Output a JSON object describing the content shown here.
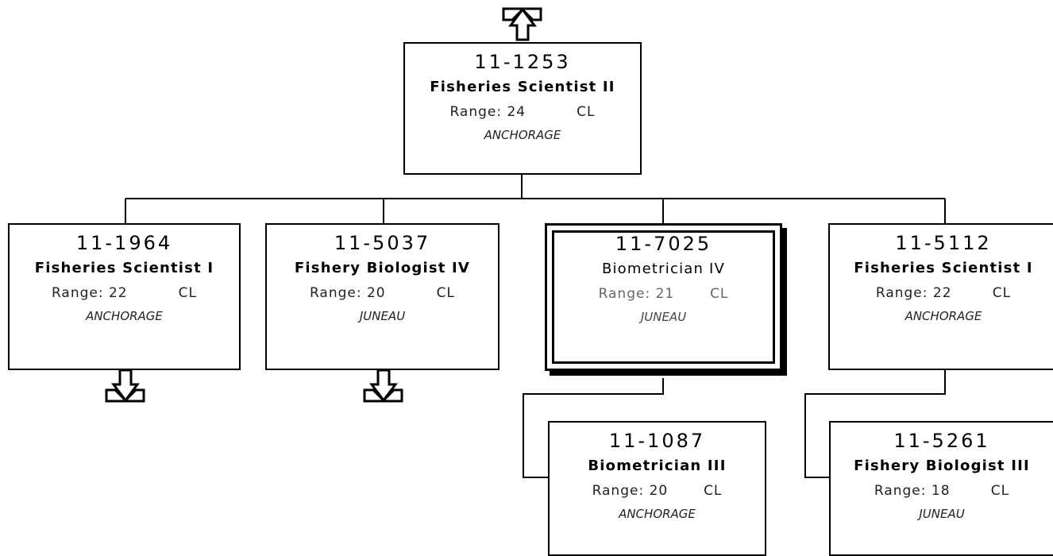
{
  "positions": {
    "top": {
      "id": "11-1253",
      "title": "Fisheries Scientist II",
      "range": "Range: 24",
      "class": "CL",
      "location": "ANCHORAGE"
    },
    "sub1": {
      "id": "11-1964",
      "title": "Fisheries Scientist I",
      "range": "Range: 22",
      "class": "CL",
      "location": "ANCHORAGE"
    },
    "sub2": {
      "id": "11-5037",
      "title": "Fishery Biologist IV",
      "range": "Range: 20",
      "class": "CL",
      "location": "JUNEAU"
    },
    "sub3": {
      "id": "11-7025",
      "title": "Biometrician IV",
      "range": "Range: 21",
      "class": "CL",
      "location": "JUNEAU"
    },
    "sub4": {
      "id": "11-5112",
      "title": "Fisheries Scientist I",
      "range": "Range: 22",
      "class": "CL",
      "location": "ANCHORAGE"
    },
    "sub3a": {
      "id": "11-1087",
      "title": "Biometrician III",
      "range": "Range: 20",
      "class": "CL",
      "location": "ANCHORAGE"
    },
    "sub4a": {
      "id": "11-5261",
      "title": "Fishery Biologist III",
      "range": "Range: 18",
      "class": "CL",
      "location": "JUNEAU"
    }
  },
  "arrows": [
    "up-arrow-icon",
    "down-arrow-icon"
  ]
}
